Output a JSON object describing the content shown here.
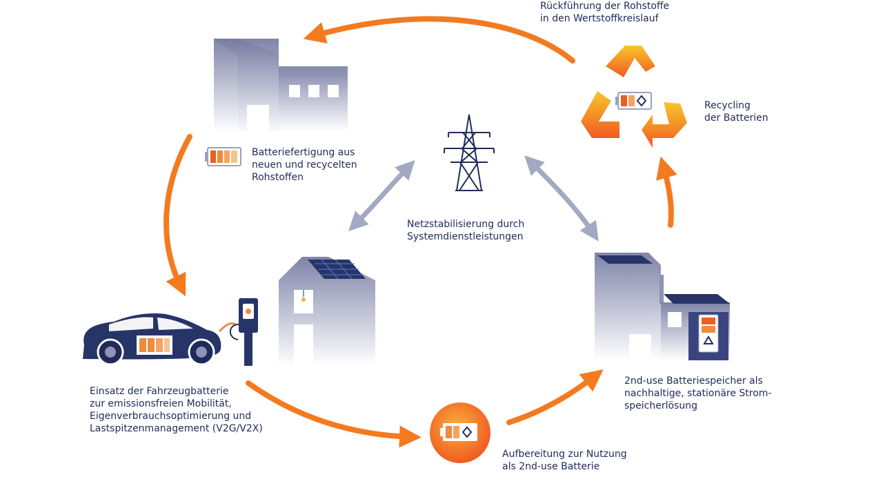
{
  "colors": {
    "arrow_orange": "#f47a20",
    "arrow_grey": "#a3a8c3",
    "navy": "#1f2a5a",
    "building_grey": "#8e92b3",
    "battery_orange": "#f08a3e"
  },
  "labels": {
    "recycling_return": [
      "Rückführung der Rohstoffe",
      "in den Wertstoffkreislauf"
    ],
    "recycling": [
      "Recycling",
      "der Batterien"
    ],
    "production": [
      "Batteriefertigung aus",
      "neuen und recycelten",
      "Rohstoffen"
    ],
    "grid": [
      "Netzstabilisierung durch",
      "Systemdienstleistungen"
    ],
    "vehicle": [
      "Einsatz der Fahrzeugbatterie",
      "zur emissionsfreien Mobilität,",
      "Eigenverbrauchsoptimierung und",
      "Lastspitzenmanagement (V2G/V2X)"
    ],
    "second_use": [
      "2nd-use Batteriespeicher als",
      "nachhaltige, stationäre Strom-",
      "speicherlösung"
    ],
    "refurbish": [
      "Aufbereitung zur Nutzung",
      "als 2nd-use Batterie"
    ]
  },
  "icons": [
    "factory-icon",
    "battery-icon",
    "power-pylon-icon",
    "recycling-icon",
    "electric-car-icon",
    "charging-station-icon",
    "house-icon",
    "storage-building-icon",
    "battery-refurbish-icon"
  ]
}
